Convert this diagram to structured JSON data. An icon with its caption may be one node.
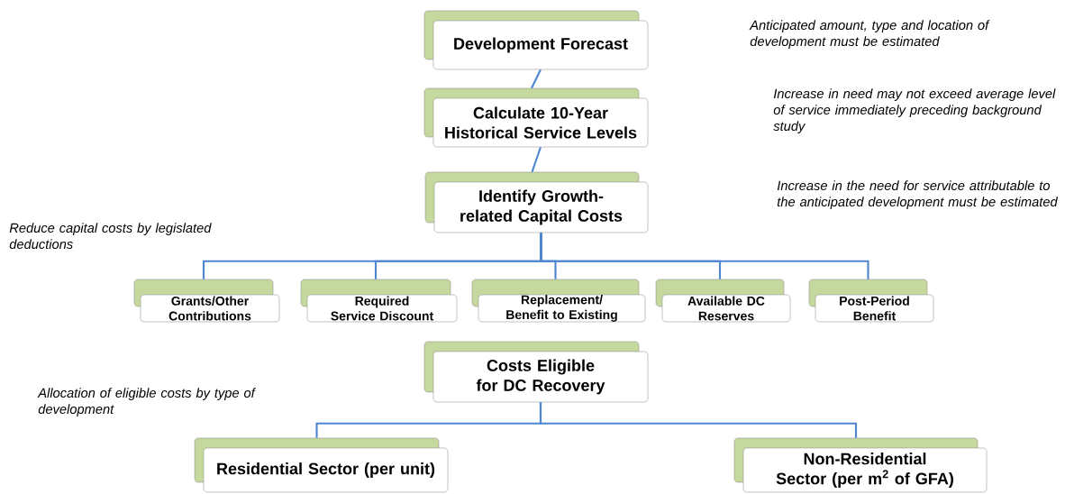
{
  "diagram": {
    "nodes": [
      {
        "text": [
          "Development Forecast"
        ]
      },
      {
        "text": [
          "Calculate 10-Year Historical Service Levels"
        ]
      },
      {
        "text": [
          "Identify Growth-related Capital Costs"
        ]
      },
      {
        "text": [
          "Grants/Other Contributions"
        ]
      },
      {
        "text": [
          "Required Service Discount"
        ]
      },
      {
        "text": [
          "Replacement/ Benefit to Existing"
        ]
      },
      {
        "text": [
          "Available DC Reserves"
        ]
      },
      {
        "text": [
          "Post-Period Benefit"
        ]
      },
      {
        "text": [
          "Costs Eligible for DC Recovery"
        ]
      },
      {
        "text": [
          "Residential Sector (per unit)"
        ]
      },
      {
        "text": [
          "Non-Residential Sector (per m$^{2}$ of GFA)"
        ]
      }
    ],
    "edges": [
      {
        "from": 0,
        "to": 1,
        "arrow": "none"
      },
      {
        "from": 1,
        "to": 2,
        "arrow": "none"
      },
      {
        "from": 2,
        "to": 3,
        "arrow": "none"
      },
      {
        "from": 2,
        "to": 4,
        "arrow": "none"
      },
      {
        "from": 2,
        "to": 5,
        "arrow": "none"
      },
      {
        "from": 2,
        "to": 6,
        "arrow": "none"
      },
      {
        "from": 2,
        "to": 7,
        "arrow": "none"
      },
      {
        "from": 8,
        "to": 9,
        "arrow": "none"
      },
      {
        "from": 8,
        "to": 10,
        "arrow": "none"
      }
    ],
    "labels": [
      "Anticipated amount, type and location of development must be estimated",
      "Increase in need may not exceed average level of service immediately preceding background study",
      "Increase in the need for service attributable to the anticipated development must be estimated",
      "Reduce capital costs by legislated deductions",
      "Allocation of eligible costs by type of development"
    ]
  }
}
